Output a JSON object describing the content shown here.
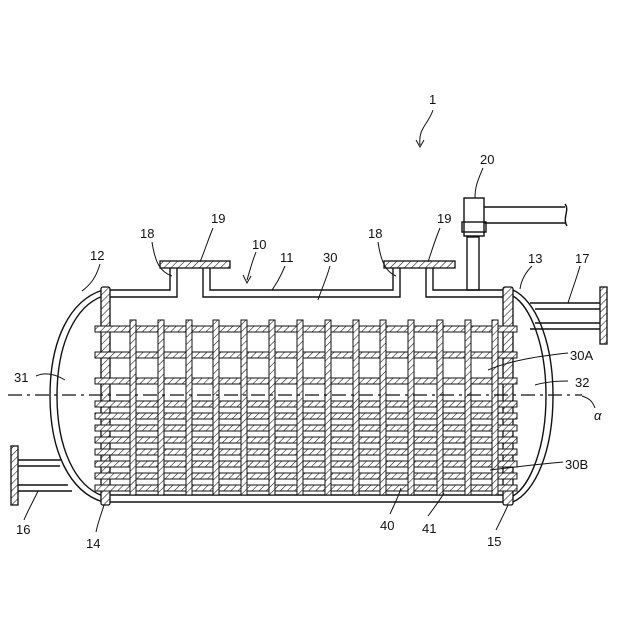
{
  "labels": {
    "l1": "1",
    "l20": "20",
    "l19a": "19",
    "l19b": "19",
    "l18a": "18",
    "l18b": "18",
    "l10": "10",
    "l11": "11",
    "l30": "30",
    "l12": "12",
    "l13": "13",
    "l17": "17",
    "l31": "31",
    "l30A": "30A",
    "l32": "32",
    "alpha": "α",
    "l30B": "30B",
    "l16": "16",
    "l14": "14",
    "l40": "40",
    "l41": "41",
    "l15": "15"
  },
  "colors": {
    "line": "#111111",
    "background": "#ffffff"
  }
}
